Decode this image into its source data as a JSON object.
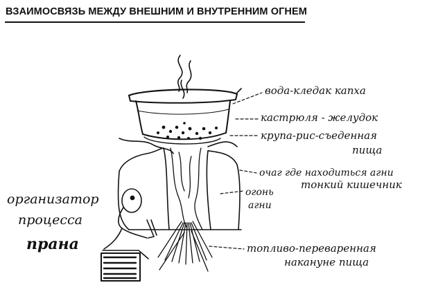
{
  "title": "ВЗАИМОСВЯЗЬ МЕЖДУ ВНЕШНИМ И ВНУТРЕННИМ ОГНЕМ",
  "labels": {
    "water": "вода-кледак капха",
    "pot": "кастрюля - желудок",
    "grain": "крупа-рис-съеденная",
    "grain_2": "пища",
    "hearth": "очаг где находиться агни",
    "hearth_2": "тонкий кишечник",
    "fire": "огонь",
    "fire_2": "агни",
    "fuel": "топливо-переваренная",
    "fuel_2": "накануне пища",
    "organizer": "организатор",
    "organizer_2": "процесса",
    "prana": "прана"
  }
}
